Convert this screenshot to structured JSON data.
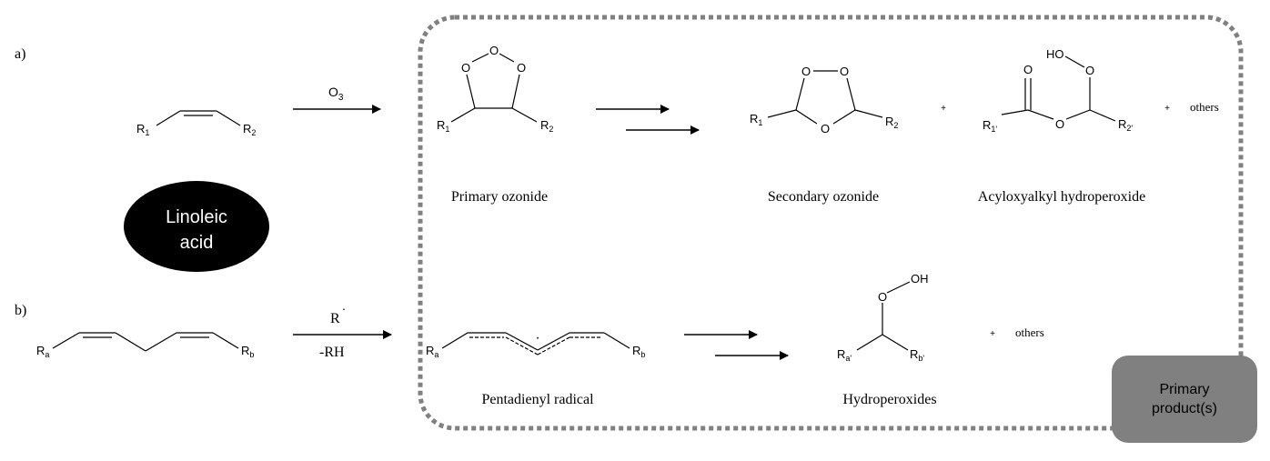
{
  "panel_labels": {
    "a": "a)",
    "b": "b)"
  },
  "reactants": {
    "a": {
      "r1": "R",
      "r1_sub": "1",
      "r2": "R",
      "r2_sub": "2"
    },
    "b": {
      "ra": "R",
      "ra_sub": "a",
      "rb": "R",
      "rb_sub": "b"
    }
  },
  "linoleic_badge": {
    "line1": "Linoleic",
    "line2": "acid",
    "color": "#000000"
  },
  "reagents": {
    "a": {
      "ozone": "O",
      "ozone_sub": "3"
    },
    "b": {
      "radical": "R",
      "radical_dot": "·",
      "loss": "-RH"
    }
  },
  "products_box": {
    "border_color": "#808080"
  },
  "primary_ozonide": {
    "o": "O",
    "r1": "R",
    "r1_sub": "1",
    "r2": "R",
    "r2_sub": "2",
    "caption": "Primary ozonide"
  },
  "secondary_ozonide": {
    "o": "O",
    "r1": "R",
    "r1_sub": "1",
    "r2": "R",
    "r2_sub": "2",
    "caption": "Secondary ozonide"
  },
  "acyloxyalkyl": {
    "ho": "HO",
    "o": "O",
    "r1": "R",
    "r1_sub": "1'",
    "r2": "R",
    "r2_sub": "2'",
    "caption": "Acyloxyalkyl hydroperoxide"
  },
  "pentadienyl": {
    "ra": "R",
    "ra_sub": "a",
    "rb": "R",
    "rb_sub": "b",
    "dot": "·",
    "caption": "Pentadienyl radical"
  },
  "hydroperoxides": {
    "oh": "OH",
    "o": "O",
    "ra": "R",
    "ra_sub": "a'",
    "rb": "R",
    "rb_sub": "b'",
    "caption": "Hydroperoxides"
  },
  "plus": "+",
  "others": "others",
  "primary_product_badge": {
    "line1": "Primary",
    "line2": "product(s)",
    "color": "#808080"
  }
}
